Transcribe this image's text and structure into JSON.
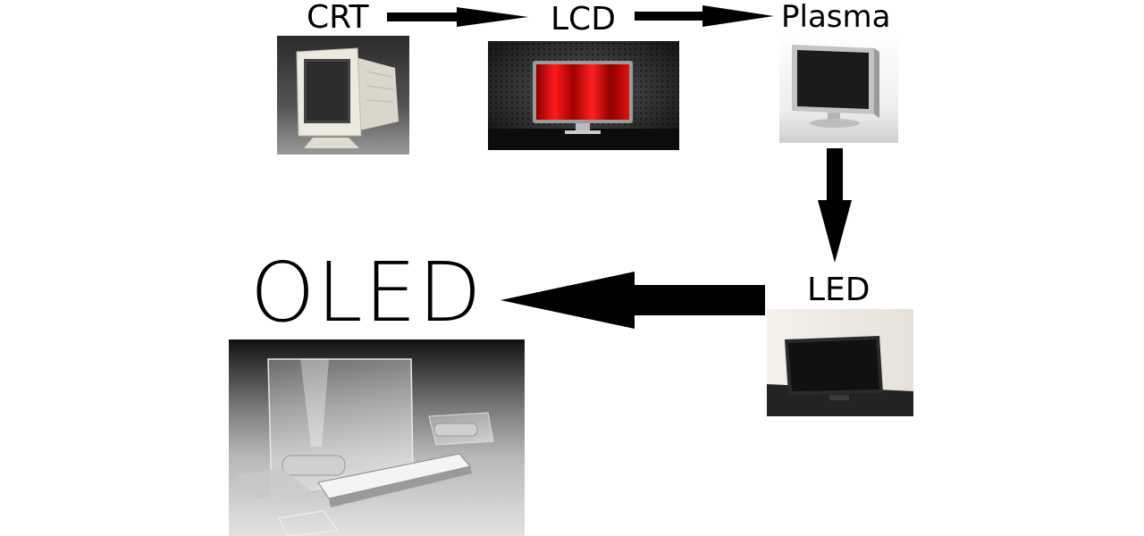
{
  "stages": [
    {
      "id": "crt",
      "label": "CRT",
      "image": "crt-monitor-photo"
    },
    {
      "id": "lcd",
      "label": "LCD",
      "image": "lcd-monitor-photo"
    },
    {
      "id": "plasma",
      "label": "Plasma",
      "image": "plasma-tv-photo"
    },
    {
      "id": "led",
      "label": "LED",
      "image": "led-tv-photo"
    },
    {
      "id": "oled",
      "label": "OLED",
      "image": "oled-computer-photo"
    }
  ],
  "arrows": [
    {
      "from": "CRT",
      "to": "LCD"
    },
    {
      "from": "LCD",
      "to": "Plasma"
    },
    {
      "from": "Plasma",
      "to": "LED"
    },
    {
      "from": "LED",
      "to": "OLED"
    }
  ]
}
